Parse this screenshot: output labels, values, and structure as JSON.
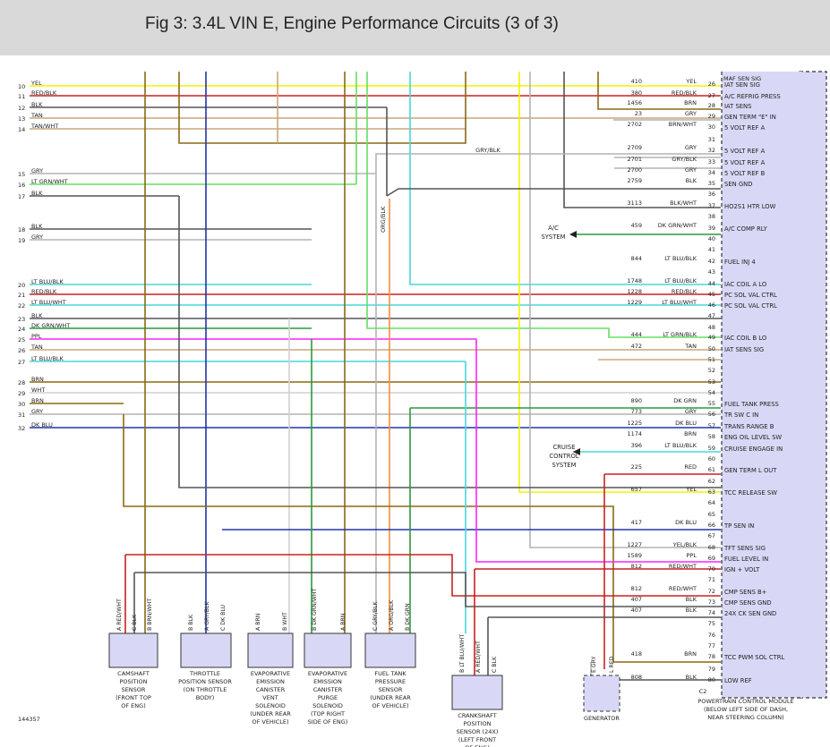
{
  "title": "Fig 3: 3.4L VIN E, Engine Performance Circuits (3 of 3)",
  "figure_id": "144357",
  "pcm": {
    "label_lines": [
      "POWERTRAIN CONTROL MODULE",
      "(BELOW LEFT SIDE OF DASH,",
      "NEAR STEERING COLUMN)"
    ],
    "fill": "#d8d8f6"
  },
  "colors": {
    "YEL": "#f4f200",
    "RED": "#cc2020",
    "BLK": "#555555",
    "TAN": "#c8a878",
    "GRY": "#b4b4b4",
    "LTGRN": "#66dd66",
    "DKGRN": "#2a9a3a",
    "LTBLU": "#48d6dc",
    "BRN": "#8b6914",
    "DKBLU": "#2233aa",
    "PPL": "#ff22ff",
    "ORG": "#ff8c3a",
    "WHT": "#d0d0d0"
  },
  "left_pins": [
    {
      "pin": "10",
      "label": "YEL"
    },
    {
      "pin": "11",
      "label": "RED/BLK"
    },
    {
      "pin": "12",
      "label": "BLK"
    },
    {
      "pin": "13",
      "label": "TAN"
    },
    {
      "pin": "14",
      "label": "TAN/WHT"
    },
    {
      "pin": "15",
      "label": "GRY"
    },
    {
      "pin": "16",
      "label": "LT GRN/WHT"
    },
    {
      "pin": "17",
      "label": "BLK"
    },
    {
      "pin": "18",
      "label": "BLK"
    },
    {
      "pin": "19",
      "label": "GRY"
    },
    {
      "pin": "20",
      "label": "LT BLU/BLK"
    },
    {
      "pin": "21",
      "label": "RED/BLK"
    },
    {
      "pin": "22",
      "label": "LT BLU/WHT"
    },
    {
      "pin": "23",
      "label": "BLK"
    },
    {
      "pin": "24",
      "label": "DK GRN/WHT"
    },
    {
      "pin": "25",
      "label": "PPL"
    },
    {
      "pin": "26",
      "label": "TAN"
    },
    {
      "pin": "27",
      "label": "LT BLU/BLK"
    },
    {
      "pin": "28",
      "label": "BRN"
    },
    {
      "pin": "29",
      "label": "WHT"
    },
    {
      "pin": "30",
      "label": "BRN"
    },
    {
      "pin": "31",
      "label": "GRY"
    },
    {
      "pin": "32",
      "label": "DK BLU"
    }
  ],
  "right_pins": [
    {
      "pin": "26",
      "circuit": "410",
      "color": "YEL",
      "func": "IAT SEN SIG"
    },
    {
      "pin": "27",
      "circuit": "380",
      "color": "RED/BLK",
      "func": "A/C REFRIG PRESS"
    },
    {
      "pin": "28",
      "circuit": "1456",
      "color": "BRN",
      "func": "IAT SENS"
    },
    {
      "pin": "29",
      "circuit": "23",
      "color": "GRY",
      "func": "GEN TERM \"E\" IN"
    },
    {
      "pin": "30",
      "circuit": "2702",
      "color": "BRN/WHT",
      "func": "5 VOLT REF A"
    },
    {
      "pin": "31",
      "circuit": "",
      "color": "",
      "func": ""
    },
    {
      "pin": "32",
      "circuit": "2709",
      "color": "GRY",
      "func": "5 VOLT REF A"
    },
    {
      "pin": "33",
      "circuit": "2701",
      "color": "GRY/BLK",
      "func": "5 VOLT REF A"
    },
    {
      "pin": "34",
      "circuit": "2700",
      "color": "GRY",
      "func": "5 VOLT REF B"
    },
    {
      "pin": "35",
      "circuit": "2759",
      "color": "BLK",
      "func": "SEN GND"
    },
    {
      "pin": "36",
      "circuit": "",
      "color": "",
      "func": ""
    },
    {
      "pin": "37",
      "circuit": "3113",
      "color": "BLK/WHT",
      "func": "HO2S1 HTR LOW"
    },
    {
      "pin": "38",
      "circuit": "",
      "color": "",
      "func": ""
    },
    {
      "pin": "39",
      "circuit": "459",
      "color": "DK GRN/WHT",
      "func": "A/C COMP RLY"
    },
    {
      "pin": "41",
      "circuit": "",
      "color": "",
      "func": ""
    },
    {
      "pin": "42",
      "circuit": "844",
      "color": "LT BLU/BLK",
      "func": "FUEL INJ 4"
    },
    {
      "pin": "43",
      "circuit": "",
      "color": "",
      "func": ""
    },
    {
      "pin": "44",
      "circuit": "1748",
      "color": "LT BLU/BLK",
      "func": "IAC COIL A LO"
    },
    {
      "pin": "45",
      "circuit": "1228",
      "color": "RED/BLK",
      "func": "PC SOL VAL CTRL"
    },
    {
      "pin": "46",
      "circuit": "1229",
      "color": "LT BLU/WHT",
      "func": "PC SOL VAL CTRL"
    },
    {
      "pin": "47",
      "circuit": "",
      "color": "",
      "func": ""
    },
    {
      "pin": "48",
      "circuit": "",
      "color": "",
      "func": ""
    },
    {
      "pin": "49",
      "circuit": "444",
      "color": "LT GRN/BLK",
      "func": "IAC COIL B LO"
    },
    {
      "pin": "50",
      "circuit": "472",
      "color": "TAN",
      "func": "IAT SENS SIG"
    },
    {
      "pin": "51",
      "circuit": "",
      "color": "",
      "func": ""
    },
    {
      "pin": "52",
      "circuit": "",
      "color": "",
      "func": ""
    },
    {
      "pin": "53",
      "circuit": "",
      "color": "",
      "func": ""
    },
    {
      "pin": "54",
      "circuit": "",
      "color": "",
      "func": ""
    },
    {
      "pin": "55",
      "circuit": "890",
      "color": "DK GRN",
      "func": "FUEL TANK PRESS"
    },
    {
      "pin": "56",
      "circuit": "773",
      "color": "GRY",
      "func": "TR SW C IN"
    },
    {
      "pin": "57",
      "circuit": "1225",
      "color": "DK BLU",
      "func": "TRANS RANGE B"
    },
    {
      "pin": "58",
      "circuit": "1174",
      "color": "BRN",
      "func": "ENG OIL LEVEL SW"
    },
    {
      "pin": "59",
      "circuit": "396",
      "color": "LT BLU/BLK",
      "func": "CRUISE ENGAGE IN"
    },
    {
      "pin": "60",
      "circuit": "",
      "color": "",
      "func": ""
    },
    {
      "pin": "61",
      "circuit": "225",
      "color": "RED",
      "func": "GEN TERM L OUT"
    },
    {
      "pin": "62",
      "circuit": "",
      "color": "",
      "func": ""
    },
    {
      "pin": "63",
      "circuit": "657",
      "color": "YEL",
      "func": "TCC RELEASE SW"
    },
    {
      "pin": "64",
      "circuit": "",
      "color": "",
      "func": ""
    },
    {
      "pin": "65",
      "circuit": "",
      "color": "",
      "func": ""
    },
    {
      "pin": "66",
      "circuit": "417",
      "color": "DK BLU",
      "func": "TP SEN IN"
    },
    {
      "pin": "67",
      "circuit": "",
      "color": "",
      "func": ""
    },
    {
      "pin": "68",
      "circuit": "1227",
      "color": "YEL/BLK",
      "func": "TFT SENS SIG"
    },
    {
      "pin": "69",
      "circuit": "1589",
      "color": "PPL",
      "func": "FUEL LEVEL IN"
    },
    {
      "pin": "70",
      "circuit": "812",
      "color": "RED/WHT",
      "func": "IGN + VOLT"
    },
    {
      "pin": "71",
      "circuit": "",
      "color": "",
      "func": ""
    },
    {
      "pin": "72",
      "circuit": "812",
      "color": "RED/WHT",
      "func": "CMP SENS B+"
    },
    {
      "pin": "73",
      "circuit": "407",
      "color": "BLK",
      "func": "CMP SENS GND"
    },
    {
      "pin": "74",
      "circuit": "407",
      "color": "BLK",
      "func": "24X CK SEN GND"
    },
    {
      "pin": "75",
      "circuit": "",
      "color": "",
      "func": ""
    },
    {
      "pin": "76",
      "circuit": "",
      "color": "",
      "func": ""
    },
    {
      "pin": "77",
      "circuit": "",
      "color": "",
      "func": ""
    },
    {
      "pin": "78",
      "circuit": "418",
      "color": "BRN",
      "func": "TCC PWM SOL CTRL"
    },
    {
      "pin": "79",
      "circuit": "",
      "color": "",
      "func": ""
    },
    {
      "pin": "80",
      "circuit": "808",
      "color": "BLK",
      "func": "LOW REF"
    }
  ],
  "top_partial_label": "MAF SEN SIG",
  "pin_c2": "C2",
  "system_refs": [
    {
      "lines": [
        "A/C",
        "SYSTEM"
      ]
    },
    {
      "lines": [
        "CRUISE",
        "CONTROL",
        "SYSTEM"
      ]
    }
  ],
  "mid_labels": {
    "gry_blk": "GRY/BLK",
    "org_blk": "ORG/BLK"
  },
  "components": [
    {
      "name": "camshaft",
      "lines": [
        "CAMSHAFT",
        "POSITION",
        "SENSOR",
        "(FRONT TOP",
        "OF ENG)"
      ],
      "terminals": [
        {
          "t": "A",
          "w": "RED/WHT"
        },
        {
          "t": "C",
          "w": "BLK"
        },
        {
          "t": "B",
          "w": "BRN/WHT"
        }
      ]
    },
    {
      "name": "throttle",
      "lines": [
        "THROTTLE",
        "POSITION SENSOR",
        "(ON THROTTLE",
        "BODY)"
      ],
      "terminals": [
        {
          "t": "B",
          "w": "BLK"
        },
        {
          "t": "A",
          "w": "GRY/BLK"
        },
        {
          "t": "C",
          "w": "DK BLU"
        }
      ]
    },
    {
      "name": "evap-vent",
      "lines": [
        "EVAPORATIVE",
        "EMISSION",
        "CANISTER",
        "VENT",
        "SOLENOID",
        "(UNDER REAR",
        "OF VEHICLE)"
      ],
      "terminals": [
        {
          "t": "A",
          "w": "BRN"
        },
        {
          "t": "B",
          "w": "WHT"
        }
      ]
    },
    {
      "name": "evap-purge",
      "lines": [
        "EVAPORATIVE",
        "EMISSION",
        "CANISTER",
        "PURGE",
        "SOLENOID",
        "(TOP RIGHT",
        "SIDE OF ENG)"
      ],
      "terminals": [
        {
          "t": "B",
          "w": "DK GRN/WHT"
        },
        {
          "t": "A",
          "w": "BRN"
        }
      ]
    },
    {
      "name": "fuel-tank",
      "lines": [
        "FUEL TANK",
        "PRESSURE",
        "SENSOR",
        "(UNDER REAR",
        "OF VEHICLE)"
      ],
      "terminals": [
        {
          "t": "C",
          "w": "GRY/BLK"
        },
        {
          "t": "A",
          "w": "ORG/BLK"
        },
        {
          "t": "B",
          "w": "DK GRN"
        }
      ]
    },
    {
      "name": "crankshaft",
      "lines": [
        "CRANKSHAFT",
        "POSITION",
        "SENSOR (24X)",
        "(LEFT FRONT",
        "OF ENG)"
      ],
      "terminals": [
        {
          "t": "B",
          "w": "LT BLU/WHT"
        },
        {
          "t": "A",
          "w": "RED/WHT"
        },
        {
          "t": "C",
          "w": "BLK"
        }
      ]
    },
    {
      "name": "generator",
      "lines": [
        "GENERATOR"
      ],
      "terminals": [
        {
          "t": "E",
          "w": "GRY"
        },
        {
          "t": "L",
          "w": "RED"
        }
      ]
    }
  ]
}
